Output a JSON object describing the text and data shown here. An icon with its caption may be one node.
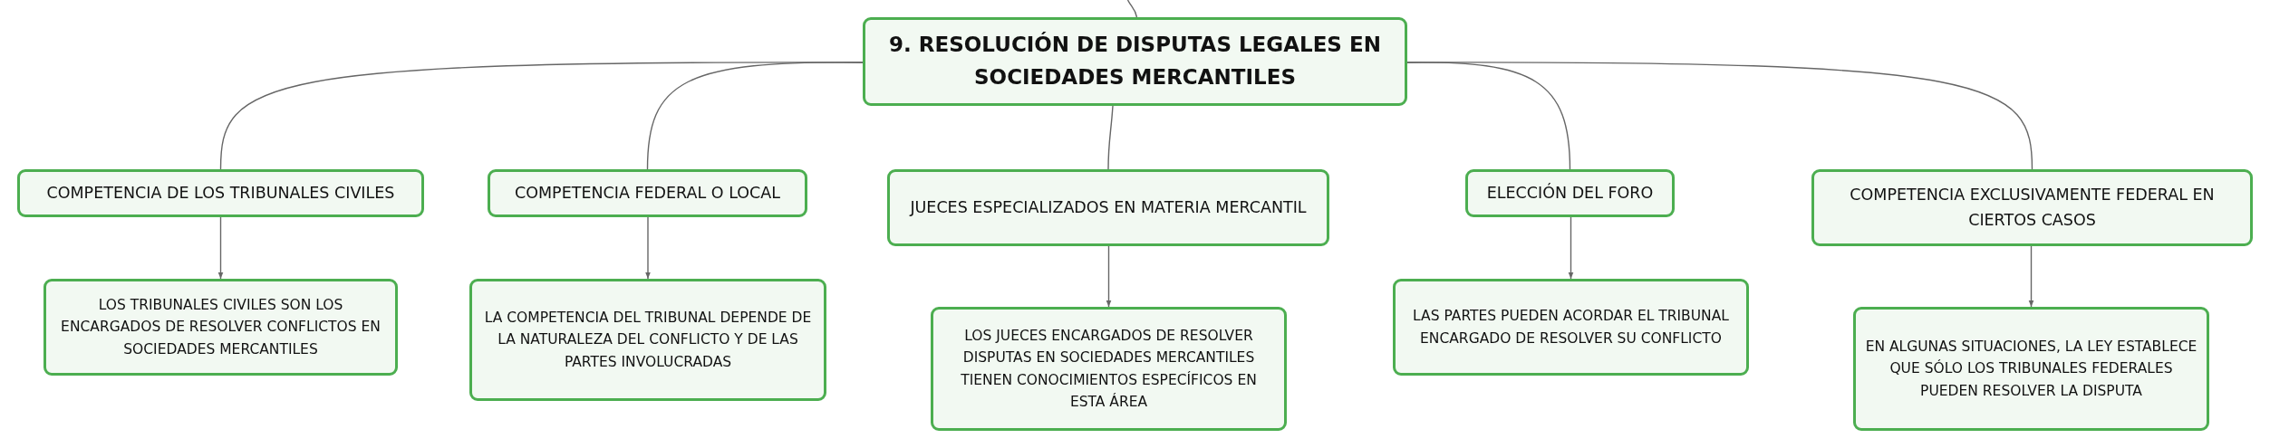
{
  "diagram": {
    "nodes": [
      {
        "text": [
          "9. RESOLUCIÓN DE DISPUTAS LEGALES EN SOCIEDADES MERCANTILES"
        ]
      },
      {
        "text": [
          "COMPETENCIA DE LOS TRIBUNALES CIVILES"
        ]
      },
      {
        "text": [
          "COMPETENCIA FEDERAL O LOCAL"
        ]
      },
      {
        "text": [
          "JUECES ESPECIALIZADOS EN MATERIA MERCANTIL"
        ]
      },
      {
        "text": [
          "ELECCIÓN DEL FORO"
        ]
      },
      {
        "text": [
          "COMPETENCIA EXCLUSIVAMENTE FEDERAL EN CIERTOS CASOS"
        ]
      },
      {
        "text": [
          "LOS TRIBUNALES CIVILES SON LOS ENCARGADOS DE RESOLVER CONFLICTOS EN SOCIEDADES MERCANTILES"
        ]
      },
      {
        "text": [
          "LA COMPETENCIA DEL TRIBUNAL DEPENDE DE LA NATURALEZA DEL CONFLICTO Y DE LAS PARTES INVOLUCRADAS"
        ]
      },
      {
        "text": [
          "LOS JUECES ENCARGADOS DE RESOLVER DISPUTAS EN SOCIEDADES MERCANTILES TIENEN CONOCIMIENTOS ESPECÍFICOS EN ESTA ÁREA"
        ]
      },
      {
        "text": [
          "LAS PARTES PUEDEN ACORDAR EL TRIBUNAL ENCARGADO DE RESOLVER SU CONFLICTO"
        ]
      },
      {
        "text": [
          "EN ALGUNAS SITUACIONES, LA LEY ESTABLECE QUE SÓLO LOS TRIBUNALES FEDERALES PUEDEN RESOLVER LA DISPUTA"
        ]
      }
    ],
    "edges": [
      {
        "from": null,
        "to": 0,
        "arrow": "none"
      },
      {
        "from": 0,
        "to": 1,
        "arrow": "none"
      },
      {
        "from": 0,
        "to": 2,
        "arrow": "none"
      },
      {
        "from": 0,
        "to": 3,
        "arrow": "none"
      },
      {
        "from": 0,
        "to": 4,
        "arrow": "none"
      },
      {
        "from": 0,
        "to": 5,
        "arrow": "none"
      },
      {
        "from": 1,
        "to": 6,
        "arrow": "to"
      },
      {
        "from": 2,
        "to": 7,
        "arrow": "to"
      },
      {
        "from": 3,
        "to": 8,
        "arrow": "to"
      },
      {
        "from": 4,
        "to": 9,
        "arrow": "to"
      },
      {
        "from": 5,
        "to": 10,
        "arrow": "to"
      }
    ]
  }
}
